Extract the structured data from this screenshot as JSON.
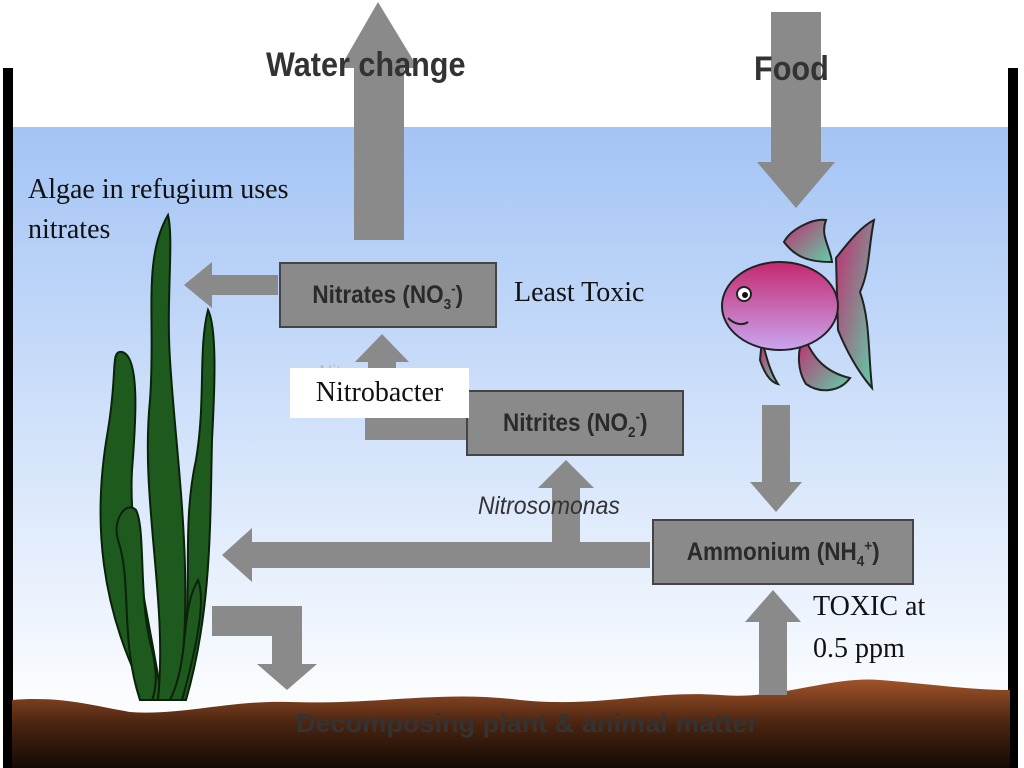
{
  "labels": {
    "water_change": "Water change",
    "food": "Food",
    "algae_note": [
      "Algae in refugium uses",
      "nitrates"
    ],
    "least_toxic": "Least Toxic",
    "nitrobacter": "Nitrobacter",
    "nitrosomonas": "Nitrosomonas",
    "toxic_note": [
      "TOXIC at",
      "0.5 ppm"
    ],
    "decomposing": "Decomposing plant & animal matter"
  },
  "boxes": {
    "nitrates": {
      "name": "Nitrates (NO",
      "sub": "3",
      "sup": "-",
      "close": ")"
    },
    "nitrites": {
      "name": "Nitrites (NO",
      "sub": "2",
      "sup": "-",
      "close": ")"
    },
    "ammonium": {
      "name": "Ammonium (NH",
      "sub": "4",
      "sup": "+",
      "close": ")"
    }
  },
  "colors": {
    "water_top": "#a3c4f5",
    "water_bottom": "#ffffff",
    "arrow": "#8a8a8a",
    "tank_wall": "#000000",
    "substrate": "#7a3f1c",
    "plant": "#1e5a1e",
    "fish_body": "#b8287a",
    "fish_fin": "#5ec4a0"
  },
  "icons": [
    "fish-icon",
    "plant-icon"
  ]
}
